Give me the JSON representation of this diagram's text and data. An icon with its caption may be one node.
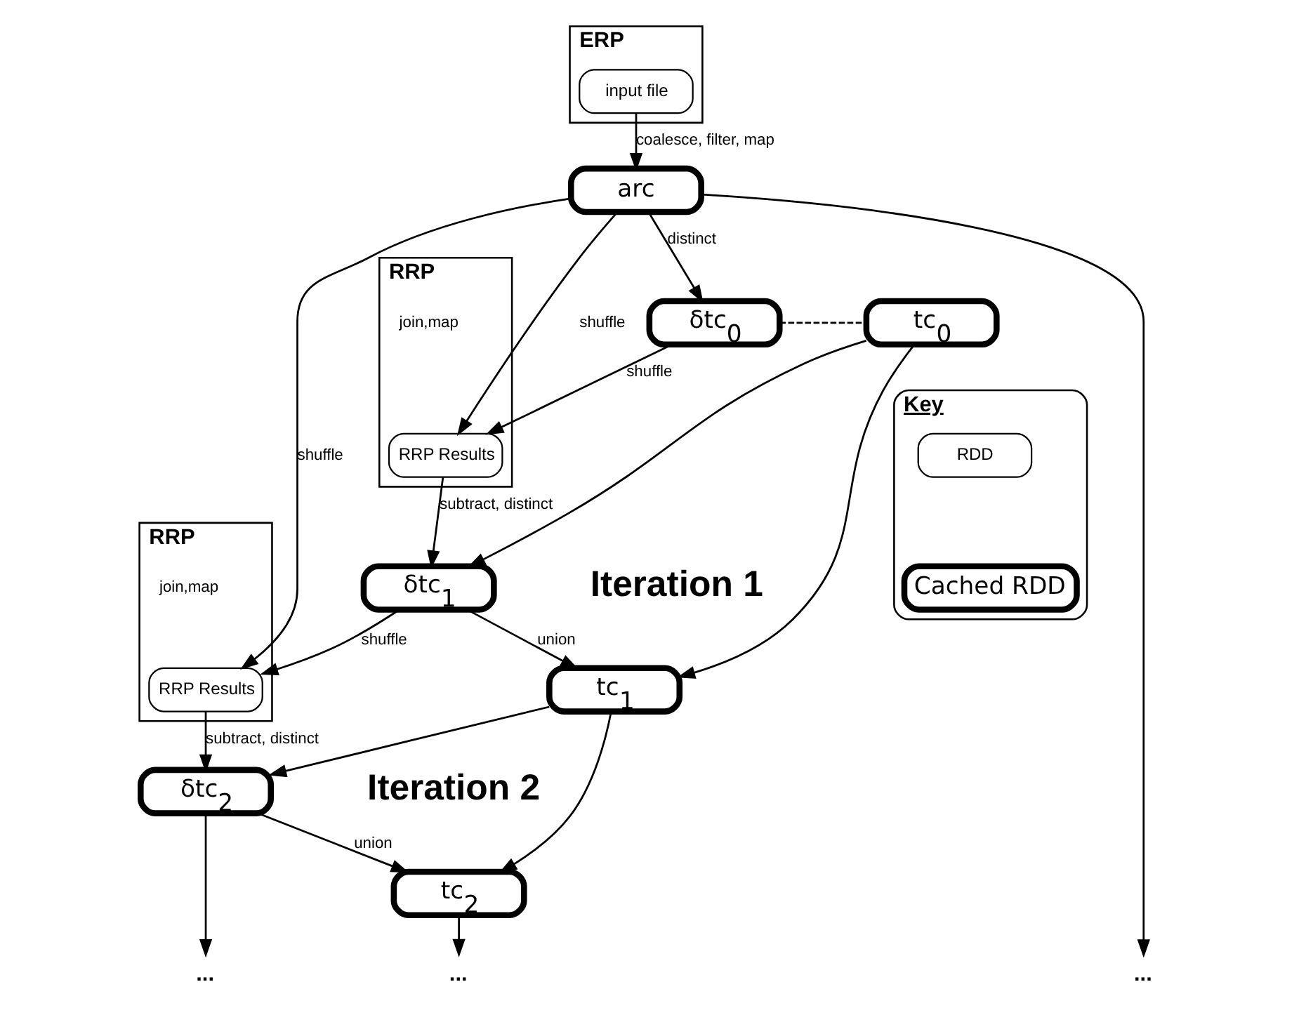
{
  "diagram": {
    "nodes": [
      {
        "text": [
          "ERP"
        ]
      },
      {
        "text": [
          "input file"
        ],
        "in": 0
      },
      {
        "text": [
          "arc"
        ]
      },
      {
        "text": [
          "δtc$_{0}$"
        ]
      },
      {
        "text": [
          "tc$_{0}$"
        ]
      },
      {
        "text": [
          "RRP"
        ]
      },
      {
        "text": [
          "RRP Results"
        ],
        "in": 5
      },
      {
        "text": [
          "δtc$_{1}$"
        ]
      },
      {
        "text": [
          "tc$_{1}$"
        ]
      },
      {
        "text": [
          "RRP"
        ]
      },
      {
        "text": [
          "RRP Results"
        ],
        "in": 9
      },
      {
        "text": [
          "δtc$_{2}$"
        ]
      },
      {
        "text": [
          "tc$_{2}$"
        ]
      },
      {
        "text": [
          "Key"
        ]
      },
      {
        "text": [
          "RDD"
        ],
        "in": 13
      },
      {
        "text": [
          "Cached RDD"
        ],
        "in": 13
      },
      {
        "text": [
          "..."
        ]
      },
      {
        "text": [
          "..."
        ]
      },
      {
        "text": [
          "..."
        ]
      }
    ],
    "edges": [
      {
        "from": 1,
        "to": 2,
        "arrow": "to",
        "label": "coalesce, filter, map"
      },
      {
        "from": 2,
        "to": 3,
        "arrow": "to",
        "label": "distinct"
      },
      {
        "from": 3,
        "to": 4,
        "arrow": "none",
        "style": "dashed"
      },
      {
        "from": 3,
        "to": 6,
        "arrow": "to",
        "label": "shuffle"
      },
      {
        "from": 2,
        "to": 6,
        "arrow": "to",
        "label": "shuffle"
      },
      {
        "from": 6,
        "to": 7,
        "arrow": "to",
        "label": "subtract, distinct"
      },
      {
        "from": 4,
        "to": 7,
        "arrow": "to"
      },
      {
        "from": 4,
        "to": 8,
        "arrow": "to"
      },
      {
        "from": 7,
        "to": 8,
        "arrow": "to",
        "label": "union"
      },
      {
        "from": 7,
        "to": 10,
        "arrow": "to",
        "label": "shuffle"
      },
      {
        "from": 2,
        "to": 10,
        "arrow": "to",
        "label": "shuffle"
      },
      {
        "from": 10,
        "to": 11,
        "arrow": "to",
        "label": "subtract, distinct"
      },
      {
        "from": 8,
        "to": 11,
        "arrow": "to"
      },
      {
        "from": 8,
        "to": 12,
        "arrow": "to"
      },
      {
        "from": 11,
        "to": 12,
        "arrow": "to",
        "label": "union"
      },
      {
        "from": 2,
        "to": 16,
        "arrow": "to"
      },
      {
        "from": 11,
        "to": 17,
        "arrow": "to"
      },
      {
        "from": 12,
        "to": 18,
        "arrow": "to"
      }
    ],
    "labels": [
      "join,map",
      "Iteration 1",
      "join,map",
      "Iteration 2"
    ]
  }
}
